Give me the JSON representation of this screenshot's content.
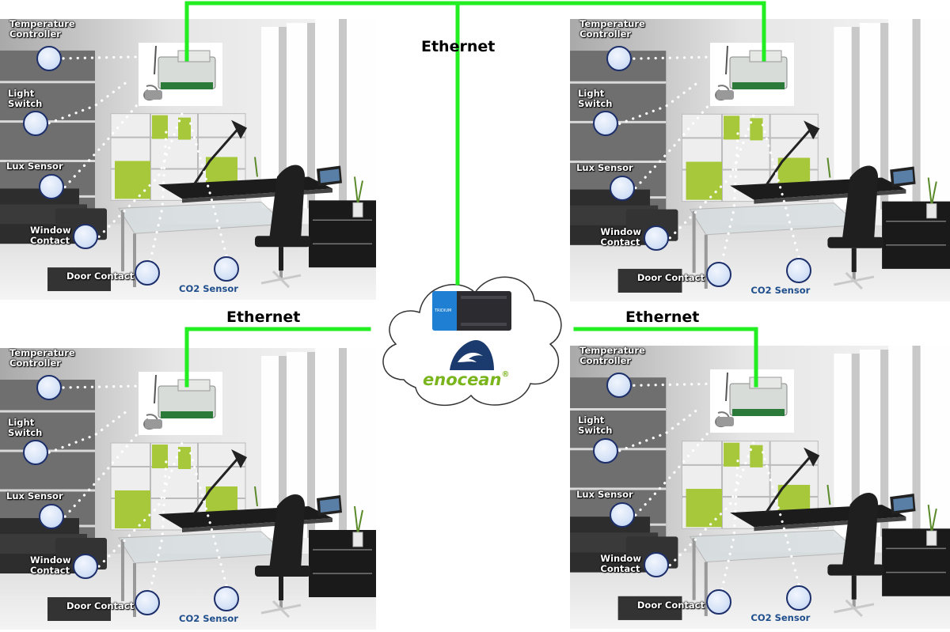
{
  "network": {
    "ethernet_label": "Ethernet",
    "link_color": "#22ee22"
  },
  "hub": {
    "brand": "enocean",
    "registered_mark": "®",
    "device_text_left": "TRIDIUM"
  },
  "sensors": {
    "temperature": "Temperature\nController",
    "light": "Light\nSwitch",
    "lux": "Lux Sensor",
    "window": "Window\nContact",
    "door": "Door Contact",
    "co2": "CO2 Sensor"
  },
  "colors": {
    "accent_green": "#a6c83a",
    "node_border": "#1d2f6b",
    "co2_text": "#1f4e8c",
    "enocean_green": "#7ab51d",
    "enocean_navy": "#1b3a6d"
  }
}
